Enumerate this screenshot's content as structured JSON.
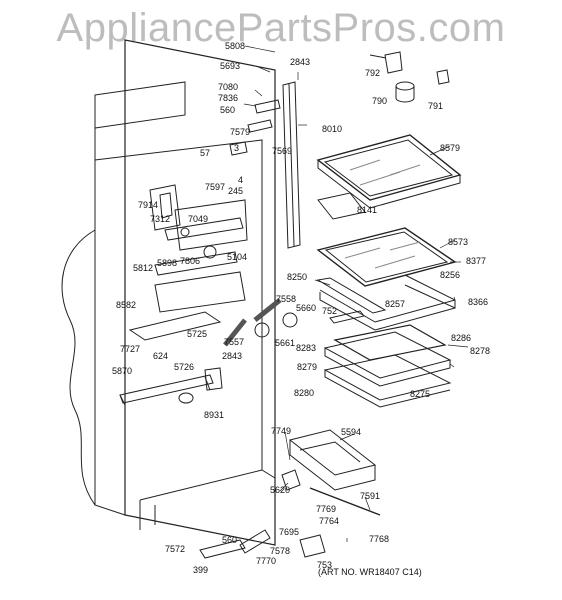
{
  "watermark": "AppliancePartsPros.com",
  "art_number": "(ART NO. WR18407 C14)",
  "part_labels": [
    {
      "id": "p5808",
      "text": "5808"
    },
    {
      "id": "p2843a",
      "text": "2843"
    },
    {
      "id": "p5693",
      "text": "5693"
    },
    {
      "id": "p792",
      "text": "792"
    },
    {
      "id": "p7080",
      "text": "7080"
    },
    {
      "id": "p7836",
      "text": "7836"
    },
    {
      "id": "p790",
      "text": "790"
    },
    {
      "id": "p791",
      "text": "791"
    },
    {
      "id": "p560a",
      "text": "560"
    },
    {
      "id": "p7579",
      "text": "7579"
    },
    {
      "id": "p8010",
      "text": "8010"
    },
    {
      "id": "p57",
      "text": "57"
    },
    {
      "id": "p3",
      "text": "3"
    },
    {
      "id": "p7569",
      "text": "7569"
    },
    {
      "id": "p8579",
      "text": "8579"
    },
    {
      "id": "p4",
      "text": "4"
    },
    {
      "id": "p7597",
      "text": "7597"
    },
    {
      "id": "p245",
      "text": "245"
    },
    {
      "id": "p7914",
      "text": "7914"
    },
    {
      "id": "p8141",
      "text": "8141"
    },
    {
      "id": "p7312",
      "text": "7312"
    },
    {
      "id": "p7049",
      "text": "7049"
    },
    {
      "id": "p8573",
      "text": "8573"
    },
    {
      "id": "p7806",
      "text": "7806"
    },
    {
      "id": "p5104",
      "text": "5104"
    },
    {
      "id": "p8377",
      "text": "8377"
    },
    {
      "id": "p5898",
      "text": "5898"
    },
    {
      "id": "p5812",
      "text": "5812"
    },
    {
      "id": "p8256",
      "text": "8256"
    },
    {
      "id": "p8250",
      "text": "8250"
    },
    {
      "id": "p8366",
      "text": "8366"
    },
    {
      "id": "p7558",
      "text": "7558"
    },
    {
      "id": "p8582",
      "text": "8582"
    },
    {
      "id": "p5660",
      "text": "5660"
    },
    {
      "id": "p8257",
      "text": "8257"
    },
    {
      "id": "p752",
      "text": "752"
    },
    {
      "id": "p5725",
      "text": "5725"
    },
    {
      "id": "p7557",
      "text": "7557"
    },
    {
      "id": "p8286",
      "text": "8286"
    },
    {
      "id": "p7727",
      "text": "7727"
    },
    {
      "id": "p5661",
      "text": "5661"
    },
    {
      "id": "p8283",
      "text": "8283"
    },
    {
      "id": "p8278",
      "text": "8278"
    },
    {
      "id": "p624",
      "text": "624"
    },
    {
      "id": "p2843b",
      "text": "2843"
    },
    {
      "id": "p5726",
      "text": "5726"
    },
    {
      "id": "p8279",
      "text": "8279"
    },
    {
      "id": "p5870",
      "text": "5870"
    },
    {
      "id": "p8280",
      "text": "8280"
    },
    {
      "id": "p8275",
      "text": "8275"
    },
    {
      "id": "p8931",
      "text": "8931"
    },
    {
      "id": "p7749",
      "text": "7749"
    },
    {
      "id": "p5594",
      "text": "5594"
    },
    {
      "id": "p5620",
      "text": "5620"
    },
    {
      "id": "p7591",
      "text": "7591"
    },
    {
      "id": "p7769",
      "text": "7769"
    },
    {
      "id": "p7764",
      "text": "7764"
    },
    {
      "id": "p7695",
      "text": "7695"
    },
    {
      "id": "p560b",
      "text": "560"
    },
    {
      "id": "p7768",
      "text": "7768"
    },
    {
      "id": "p7572",
      "text": "7572"
    },
    {
      "id": "p7578",
      "text": "7578"
    },
    {
      "id": "p7770",
      "text": "7770"
    },
    {
      "id": "p753",
      "text": "753"
    },
    {
      "id": "p399",
      "text": "399"
    }
  ]
}
